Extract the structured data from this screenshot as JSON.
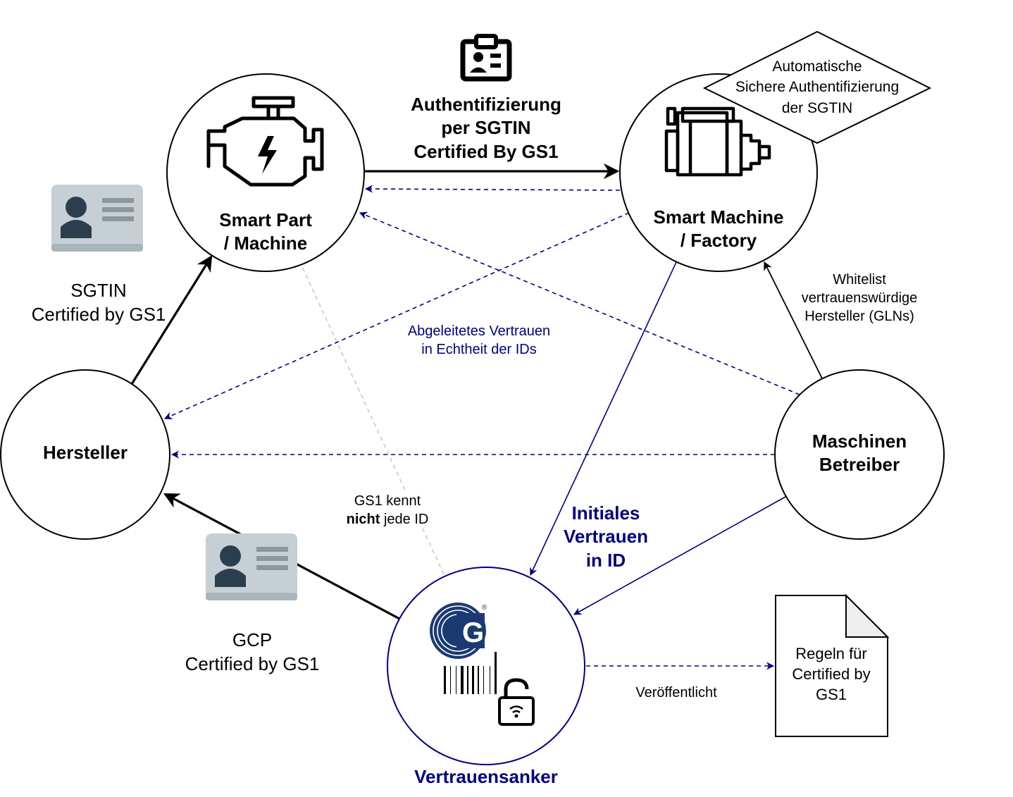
{
  "nodes": {
    "smart_part": {
      "line1": "Smart Part",
      "line2": "/ Machine"
    },
    "smart_machine": {
      "line1": "Smart Machine",
      "line2": "/ Factory"
    },
    "hersteller": {
      "label": "Hersteller"
    },
    "betreiber": {
      "line1": "Maschinen",
      "line2": "Betreiber"
    },
    "anchor": {
      "label": "Vertrauensanker",
      "logo_text": "GS1",
      "logo_mark": "®"
    }
  },
  "auth_label": {
    "line1": "Authentifizierung",
    "line2": "per SGTIN",
    "line3": "Certified By GS1"
  },
  "diamond": {
    "line1": "Automatische",
    "line2": "Sichere Authentifizierung",
    "line3": "der SGTIN"
  },
  "sgtin_card": {
    "line1": "SGTIN",
    "line2": "Certified by GS1"
  },
  "gcp_card": {
    "line1": "GCP",
    "line2": "Certified by GS1"
  },
  "whitelist": {
    "line1": "Whitelist",
    "line2": "vertrauenswürdige",
    "line3": "Hersteller (GLNs)"
  },
  "derived_trust": {
    "line1": "Abgeleitetes Vertrauen",
    "line2": "in Echtheit der IDs"
  },
  "gs1_knows": {
    "line1": "GS1 kennt",
    "line2_bold": "nicht",
    "line2_rest": " jede ID"
  },
  "initial_trust": {
    "line1": "Initiales",
    "line2": "Vertrauen",
    "line3": "in ID"
  },
  "published": {
    "label": "Veröffentlicht"
  },
  "rules_doc": {
    "line1": "Regeln für",
    "line2": "Certified by",
    "line3": "GS1"
  },
  "icons": [
    "engine-icon",
    "machine-icon",
    "badge-icon",
    "id-card-icon",
    "gs1-logo",
    "barcode-icon",
    "unlock-icon",
    "document-icon"
  ],
  "colors": {
    "navy": "#000080",
    "black": "#000000",
    "grey_dashed": "#c0c0c0",
    "card_fill": "#c6d0d4",
    "card_dark": "#2b3e4d"
  }
}
